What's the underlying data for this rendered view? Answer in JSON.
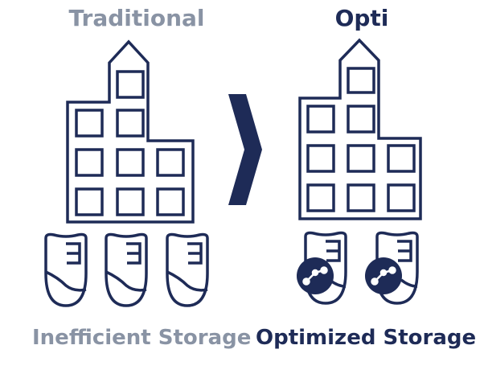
{
  "left": {
    "title": "Traditional",
    "caption": "Inefficient Storage"
  },
  "right": {
    "title": "Opti",
    "caption": "Optimized Storage"
  },
  "colors": {
    "primary": "#1e2b57",
    "muted": "#8993a4",
    "background": "#ffffff"
  }
}
